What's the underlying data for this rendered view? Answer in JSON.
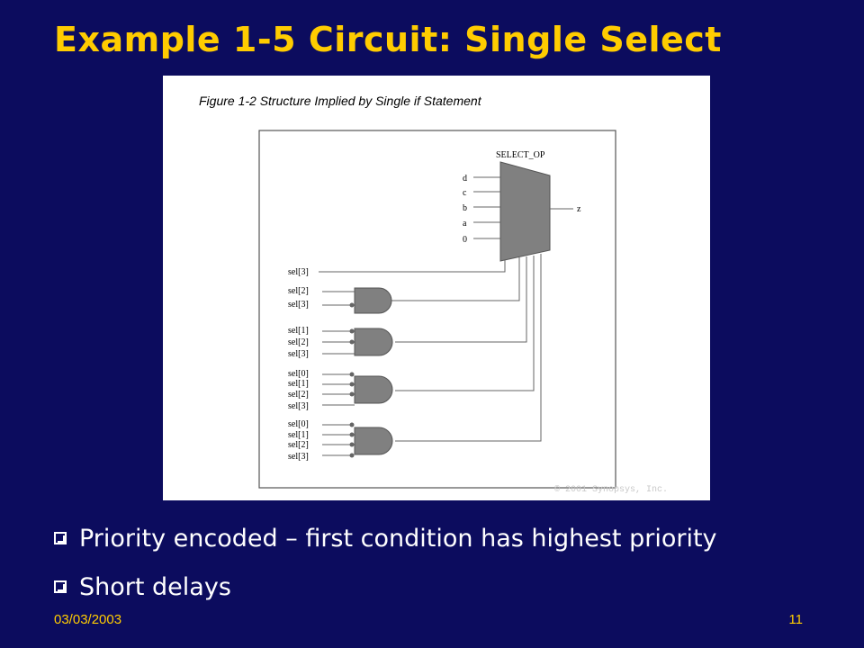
{
  "slide": {
    "title": "Example 1-5 Circuit: Single Select",
    "bullets": [
      "Priority encoded – first condition has highest priority",
      "Short delays"
    ],
    "date": "03/03/2003",
    "page_number": "11"
  },
  "figure": {
    "caption": "Figure 1-2    Structure Implied by Single if Statement",
    "mux_label": "SELECT_OP",
    "mux_inputs": [
      "d",
      "c",
      "b",
      "a",
      "0"
    ],
    "mux_output": "z",
    "sel3_top": "sel[3]",
    "gate1_inputs": [
      "sel[2]",
      "sel[3]"
    ],
    "gate2_inputs": [
      "sel[1]",
      "sel[2]",
      "sel[3]"
    ],
    "gate3_inputs": [
      "sel[0]",
      "sel[1]",
      "sel[2]",
      "sel[3]"
    ],
    "gate4_inputs": [
      "sel[0]",
      "sel[1]",
      "sel[2]",
      "sel[3]"
    ],
    "copyright": "© 2001 Synopsys, Inc."
  }
}
